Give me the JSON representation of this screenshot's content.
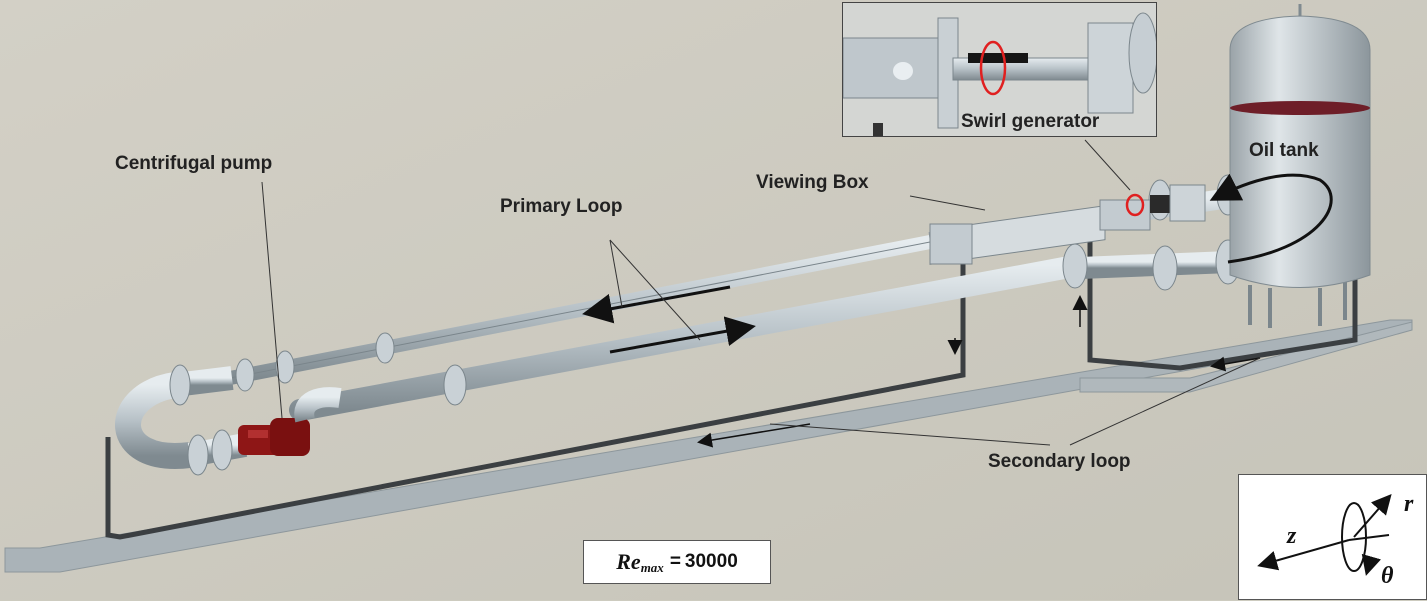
{
  "figure": {
    "labels": {
      "centrifugal_pump": "Centrifugal pump",
      "primary_loop": "Primary Loop",
      "viewing_box": "Viewing Box",
      "swirl_generator": "Swirl generator",
      "oil_tank": "Oil tank",
      "secondary_loop": "Secondary loop"
    },
    "reynolds": {
      "symbol": "Re",
      "subscript": "max",
      "equals": "=",
      "value": "30000"
    },
    "coordinate_axes": {
      "axis_z": "z",
      "axis_r": "r",
      "axis_theta": "θ"
    },
    "colors": {
      "background": "#cdcbbf",
      "pipe": "#b9c2c8",
      "floor": "#aeb6bb",
      "pump": "#8e1616",
      "oil": "#6e1e28",
      "swirl_arrow": "#e02020",
      "flow_arrow": "#111111"
    }
  }
}
